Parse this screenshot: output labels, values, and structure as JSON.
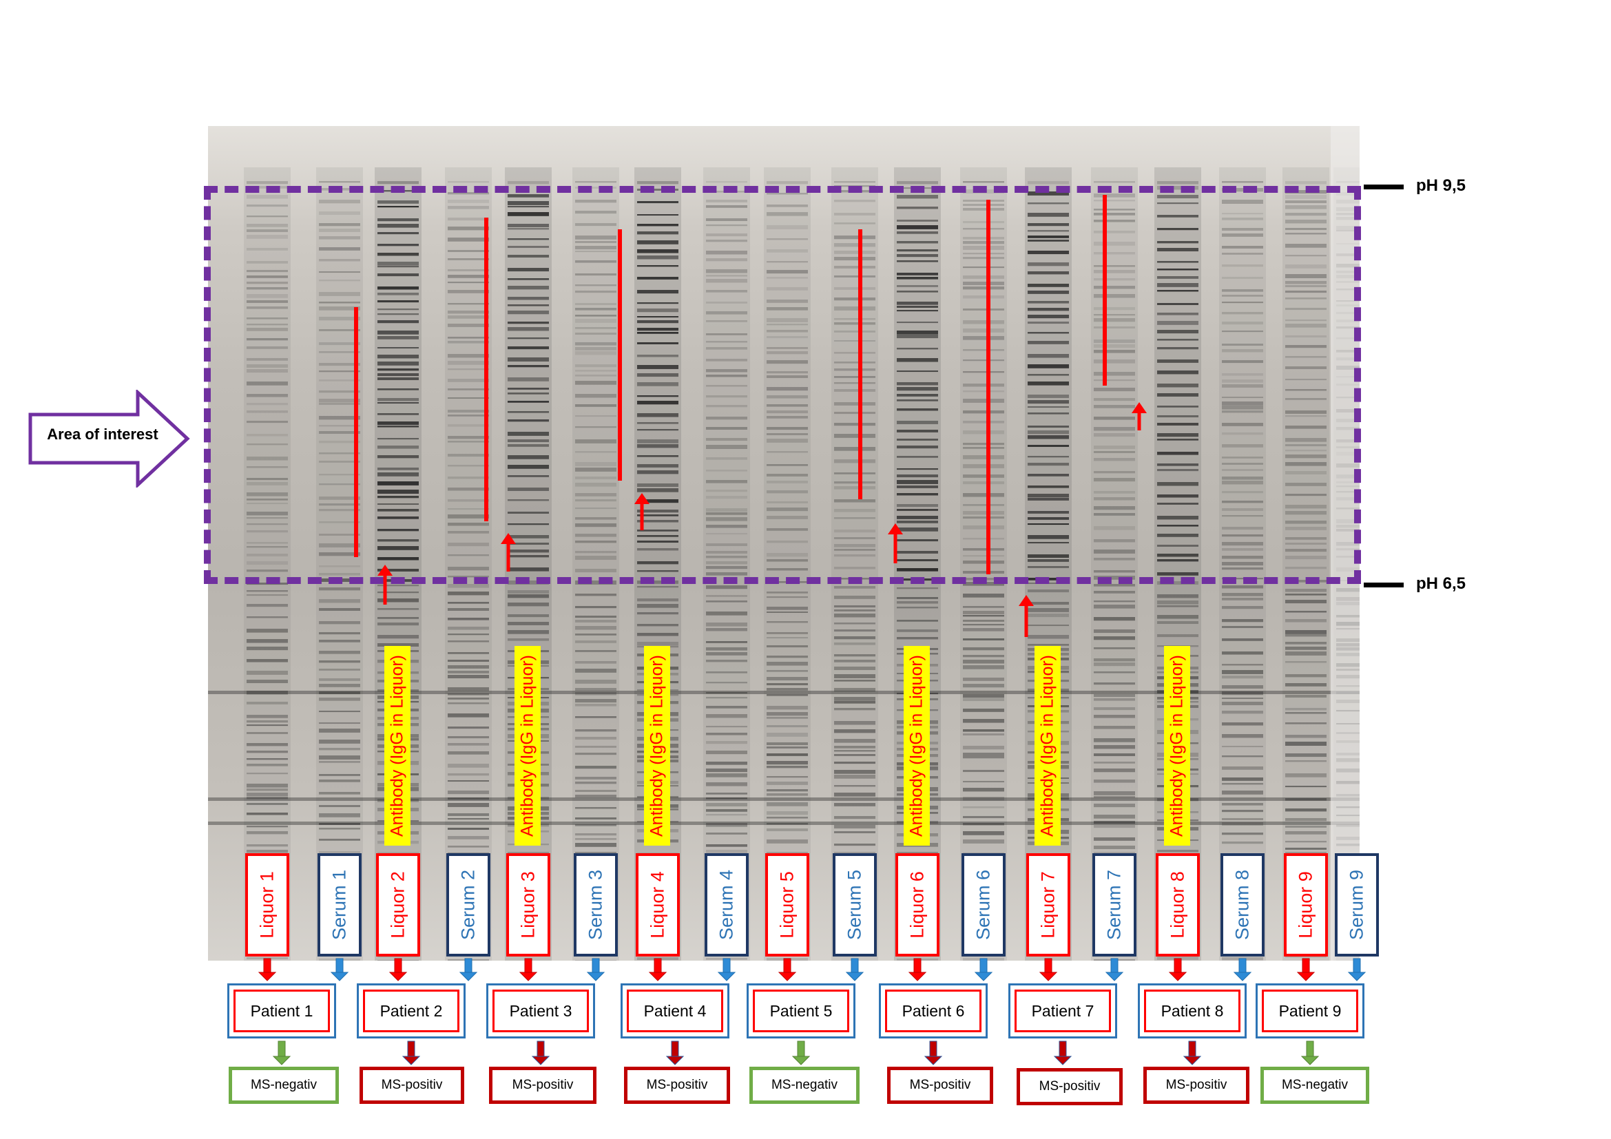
{
  "ph_markers": {
    "top": "pH 9,5",
    "bottom": "pH 6,5"
  },
  "area_of_interest": "Area of interest",
  "antibody_label": "Antibody (IgG in Liquor)",
  "patients": [
    {
      "patient": "Patient 1",
      "liquor": "Liquor 1",
      "serum": "Serum 1",
      "ms": "MS-negativ",
      "antibody": false
    },
    {
      "patient": "Patient 2",
      "liquor": "Liquor 2",
      "serum": "Serum 2",
      "ms": "MS-positiv",
      "antibody": true
    },
    {
      "patient": "Patient 3",
      "liquor": "Liquor 3",
      "serum": "Serum 3",
      "ms": "MS-positiv",
      "antibody": true
    },
    {
      "patient": "Patient 4",
      "liquor": "Liquor 4",
      "serum": "Serum 4",
      "ms": "MS-positiv",
      "antibody": true
    },
    {
      "patient": "Patient 5",
      "liquor": "Liquor 5",
      "serum": "Serum 5",
      "ms": "MS-negativ",
      "antibody": false
    },
    {
      "patient": "Patient 6",
      "liquor": "Liquor 6",
      "serum": "Serum 6",
      "ms": "MS-positiv",
      "antibody": true
    },
    {
      "patient": "Patient 7",
      "liquor": "Liquor 7",
      "serum": "Serum 7",
      "ms": "MS-positiv",
      "antibody": true
    },
    {
      "patient": "Patient 8",
      "liquor": "Liquor 8",
      "serum": "Serum 8",
      "ms": "MS-positiv",
      "antibody": true
    },
    {
      "patient": "Patient 9",
      "liquor": "Liquor 9",
      "serum": "Serum 9",
      "ms": "MS-negativ",
      "antibody": false
    }
  ],
  "colors": {
    "liquor": "#ff0000",
    "serum_border": "#1f3864",
    "serum_text": "#2e74b5",
    "patient_outer": "#2e74b5",
    "ms_negative": "#70ad47",
    "ms_positive": "#c00000",
    "region": "#7030a0",
    "antibody_highlight": "#ffff00"
  }
}
